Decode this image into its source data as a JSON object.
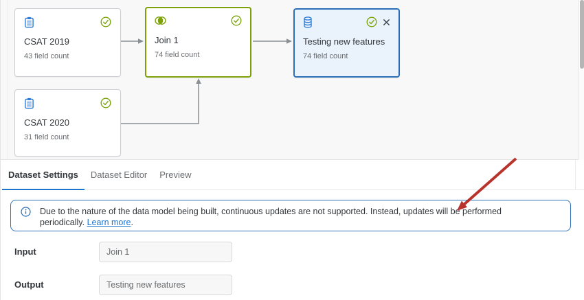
{
  "canvas": {
    "nodes": [
      {
        "id": "csat-2019",
        "title": "CSAT 2019",
        "subtitle": "43 field count",
        "icon": "survey-clipboard-icon",
        "status": "success"
      },
      {
        "id": "join-1",
        "title": "Join 1",
        "subtitle": "74 field count",
        "icon": "join-venn-icon",
        "status": "success"
      },
      {
        "id": "output-dataset",
        "title": "Testing new features",
        "subtitle": "74 field count",
        "icon": "database-icon",
        "status": "success",
        "closable": true
      },
      {
        "id": "csat-2020",
        "title": "CSAT 2020",
        "subtitle": "31 field count",
        "icon": "survey-clipboard-icon",
        "status": "success"
      }
    ]
  },
  "tabs": [
    {
      "label": "Dataset Settings",
      "active": true
    },
    {
      "label": "Dataset Editor",
      "active": false
    },
    {
      "label": "Preview",
      "active": false
    }
  ],
  "banner": {
    "icon": "info-icon",
    "text": "Due to the nature of the data model being built, continuous updates are not supported. Instead, updates will be performed periodically.",
    "link_label": "Learn more",
    "link_suffix": "."
  },
  "form": {
    "fields": [
      {
        "label": "Input",
        "value": "Join 1"
      },
      {
        "label": "Output",
        "value": "Testing new features"
      }
    ]
  },
  "colors": {
    "accent_blue": "#1b74ce",
    "selected_node_blue": "#2a6eb8",
    "banner_border_blue": "#2d71b8",
    "join_green": "#7ea10a",
    "success_green": "#7ba30b",
    "connector_gray": "#8a8f94",
    "annotation_red": "#b8332c"
  }
}
